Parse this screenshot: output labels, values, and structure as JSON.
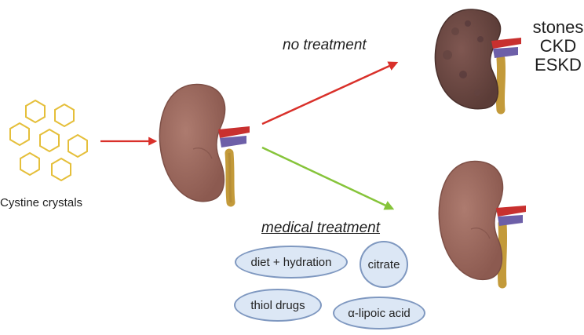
{
  "labels": {
    "cystine_crystals": "Cystine crystals",
    "no_treatment": "no treatment",
    "medical_treatment": "medical treatment"
  },
  "outcomes": [
    "stones",
    "CKD",
    "ESKD"
  ],
  "treatments": [
    "diet + hydration",
    "citrate",
    "thiol drugs",
    "α-lipoic acid"
  ],
  "colors": {
    "crystal": "#e5bf3a",
    "arrow_untreated": "#d9302a",
    "arrow_treated": "#86c43a",
    "kidney_healthy": "#9e6b60",
    "kidney_damaged": "#6e4a44",
    "artery": "#c8302f",
    "vein": "#6d5fa8",
    "ureter": "#c39a3a",
    "pill_fill": "#dce7f5",
    "pill_border": "#7f98c0"
  }
}
